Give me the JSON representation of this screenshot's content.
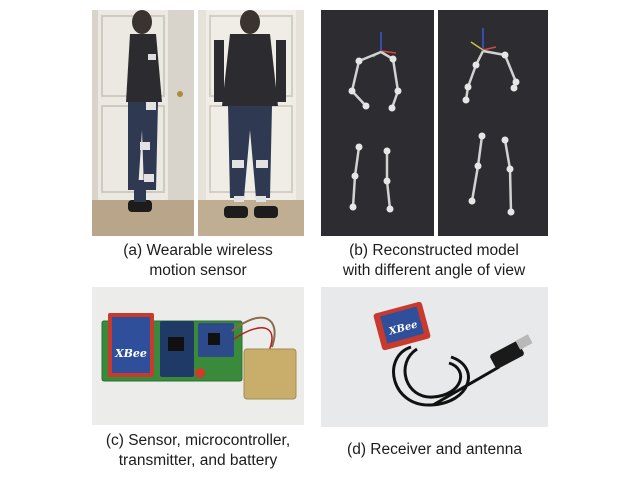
{
  "panels": [
    {
      "id": "a",
      "caption_lines": [
        "(a) Wearable wireless",
        "motion sensor"
      ]
    },
    {
      "id": "b",
      "caption_lines": [
        "(b) Reconstructed model",
        "with different angle of view"
      ]
    },
    {
      "id": "c",
      "caption_lines": [
        "(c) Sensor, microcontroller,",
        "transmitter, and battery"
      ]
    },
    {
      "id": "d",
      "caption_lines": [
        "(d) Receiver and antenna"
      ]
    }
  ],
  "board_labels": {
    "xbee_logo_left": "XBee",
    "xbee_logo_right": "XBee"
  },
  "colors": {
    "skeleton_bg": "#2c2c31",
    "joint": "#e6e6e6",
    "bone": "#d2d2d2",
    "pcb_green": "#3a8a3c",
    "xbee_blue": "#2f4f9a",
    "xbee_red": "#c83a2e",
    "battery_gold": "#c9ad6a"
  }
}
